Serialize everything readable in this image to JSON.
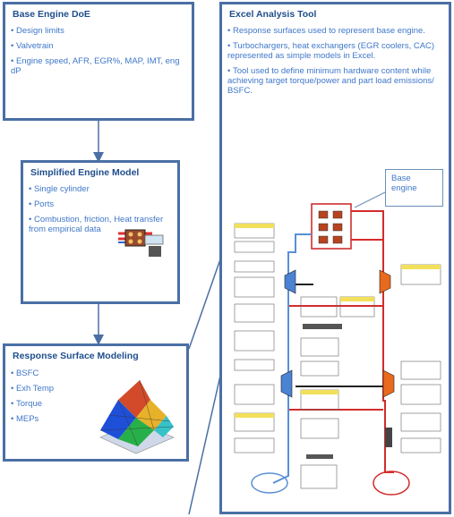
{
  "boxes": {
    "doe": {
      "title": "Base Engine DoE",
      "bullets": [
        "Design limits",
        "Valvetrain",
        "Engine speed, AFR, EGR%, MAP, IMT, eng dP"
      ]
    },
    "simplified": {
      "title": "Simplified Engine Model",
      "bullets": [
        "Single cylinder",
        "Ports",
        "Combustion, friction, Heat transfer from empirical data"
      ]
    },
    "rsm": {
      "title": "Response Surface Modeling",
      "bullets": [
        "BSFC",
        "Exh Temp",
        "Torque",
        "MEPs"
      ]
    },
    "excel": {
      "title": "Excel Analysis Tool",
      "bullets": [
        "Response surfaces used to represent base engine.",
        "Turbochargers, heat exchangers (EGR coolers, CAC) represented as simple models in Excel.",
        "Tool used to define minimum hardware content while achieving target torque/power and part load emissions/ BSFC."
      ]
    }
  },
  "callout": {
    "label": "Base engine"
  },
  "colors": {
    "box_border": "#4a6fa5",
    "title": "#1f4e8c",
    "bullet_text": "#3f77c9",
    "exhaust_line": "#d42b2b",
    "intake_line": "#5a8fd6"
  }
}
